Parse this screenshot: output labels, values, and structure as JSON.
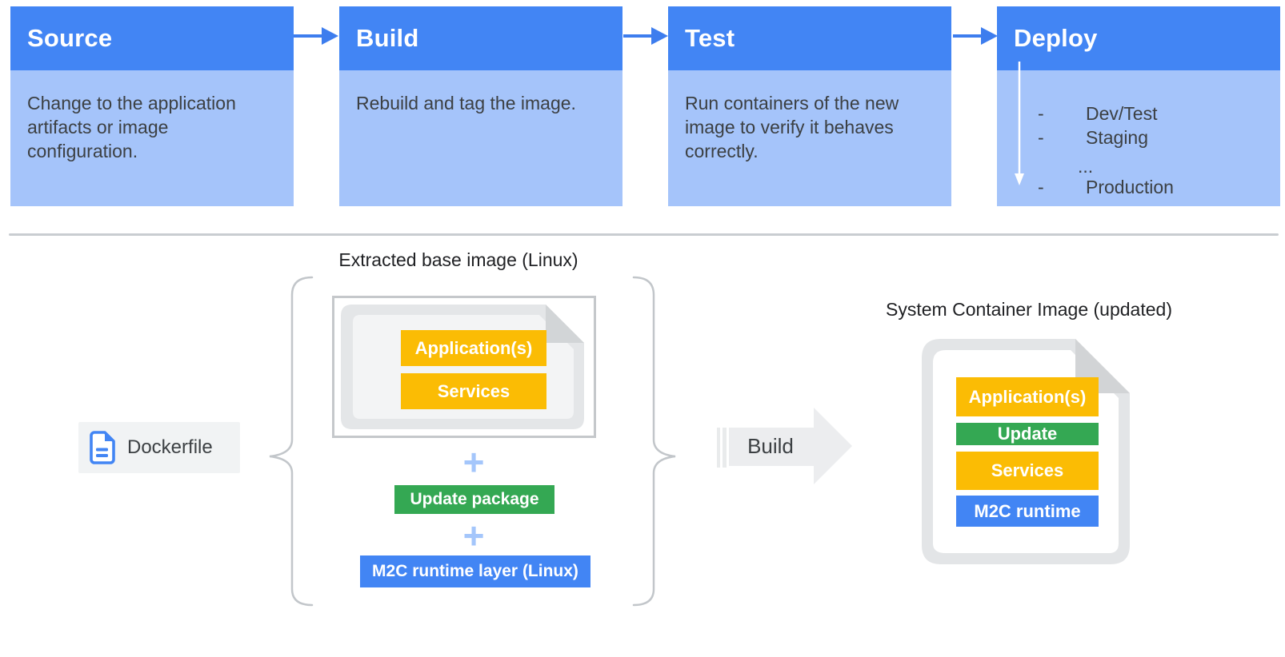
{
  "pipeline": {
    "steps": [
      {
        "title": "Source",
        "description": "Change to the application artifacts or image configuration."
      },
      {
        "title": "Build",
        "description": "Rebuild and tag the image."
      },
      {
        "title": "Test",
        "description": "Run containers of the new image to verify it behaves correctly."
      },
      {
        "title": "Deploy",
        "deploy_targets": [
          {
            "bullet": "-",
            "label": "Dev/Test"
          },
          {
            "bullet": "-",
            "label": "Staging"
          },
          {
            "bullet": "",
            "label": "..."
          },
          {
            "bullet": "-",
            "label": "Production"
          }
        ]
      }
    ]
  },
  "lower": {
    "dockerfile": {
      "label": "Dockerfile"
    },
    "extracted_image": {
      "title": "Extracted base image (Linux)",
      "layers": [
        "Application(s)",
        "Services"
      ]
    },
    "plus_sign": "+",
    "update_package_label": "Update package",
    "runtime_layer_label": "M2C runtime layer (Linux)",
    "build_arrow_label": "Build",
    "system_image": {
      "title": "System Container Image (updated)",
      "layers": [
        {
          "label": "Application(s)",
          "color": "#FBBC04"
        },
        {
          "label": "Update",
          "color": "#34A853"
        },
        {
          "label": "Services",
          "color": "#FBBC04"
        },
        {
          "label": "M2C runtime",
          "color": "#4285F4"
        }
      ]
    }
  },
  "colors": {
    "header_blue": "#4285F4",
    "body_blue": "#A5C4FA",
    "yellow": "#FBBC04",
    "green": "#34A853",
    "bar_blue": "#4285F4",
    "gray_arrow": "#ECEDEF",
    "text_dark": "#3C4043"
  }
}
